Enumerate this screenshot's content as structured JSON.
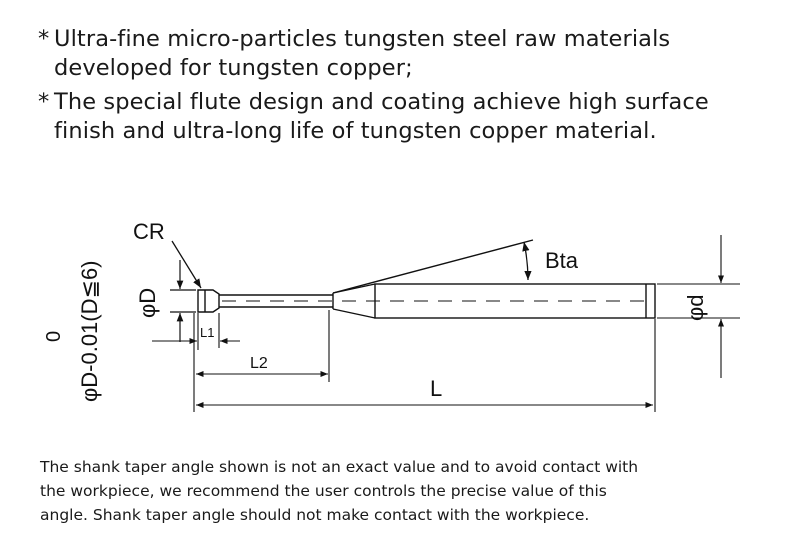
{
  "features": [
    {
      "star": "*",
      "line1": "Ultra-fine micro-particles tungsten steel raw materials",
      "line2": "developed for tungsten copper;"
    },
    {
      "star": "*",
      "line1": "The special flute design and coating achieve high surface",
      "line2": "finish and ultra-long life of tungsten copper material."
    }
  ],
  "diagram": {
    "tolerance_zero": "0",
    "tolerance_label": "φD-0.01(D≦6)",
    "cr_label": "CR",
    "bta_label": "Bta",
    "phi_D_label": "φD",
    "phi_d_label": "φd",
    "l1_label": "L1",
    "l2_label": "L2",
    "l_label": "L"
  },
  "note": {
    "line1": "The shank taper angle shown is not an exact value and to avoid contact with",
    "line2": "the workpiece, we recommend the user controls the precise value of this",
    "line3": "angle. Shank taper angle should not make contact with the workpiece."
  },
  "colors": {
    "ink": "#1a1a1a",
    "background": "#ffffff"
  }
}
